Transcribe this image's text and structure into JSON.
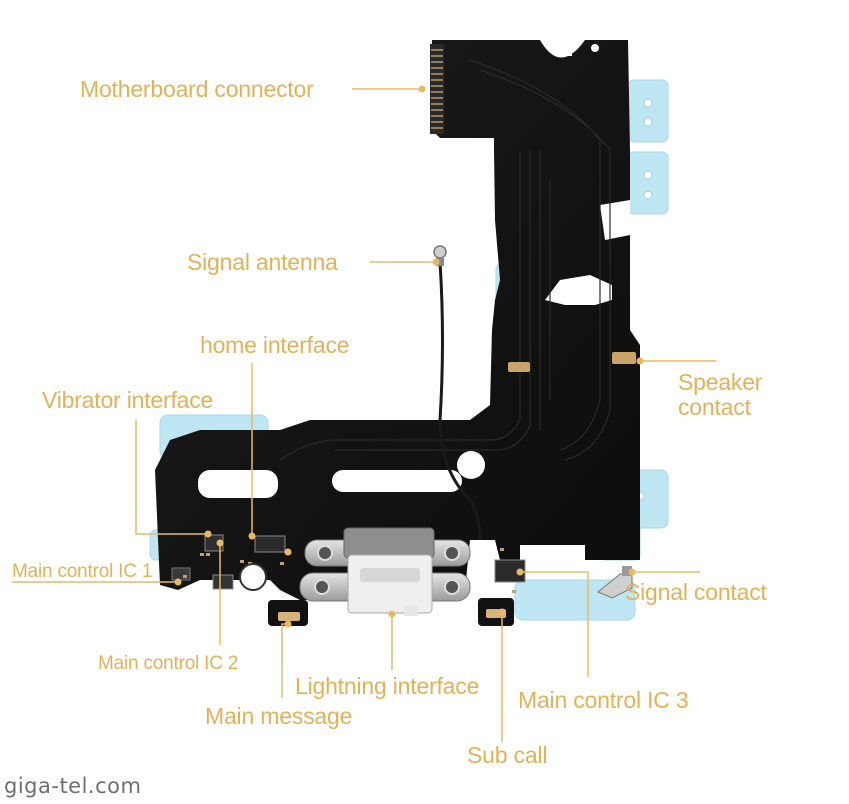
{
  "labels": {
    "motherboard_connector": "Motherboard connector",
    "signal_antenna": "Signal antenna",
    "home_interface": "home interface",
    "vibrator_interface": "Vibrator interface",
    "speaker_contact_line1": "Speaker",
    "speaker_contact_line2": "contact",
    "main_control_ic1": "Main control IC 1",
    "signal_contact": "Signal contact",
    "main_control_ic2": "Main control IC 2",
    "lightning_interface": "Lightning interface",
    "main_control_ic3": "Main control IC 3",
    "main_message": "Main message",
    "sub_call": "Sub call"
  },
  "watermark": "giga-tel.com",
  "colors": {
    "label": "#e3b158",
    "leader_line": "#e8b866",
    "flex_cable": "#151515",
    "blue_tape": "#bfe6f3",
    "gold_contact": "#c9a36a",
    "connector_silver": "#c8c8c8"
  }
}
